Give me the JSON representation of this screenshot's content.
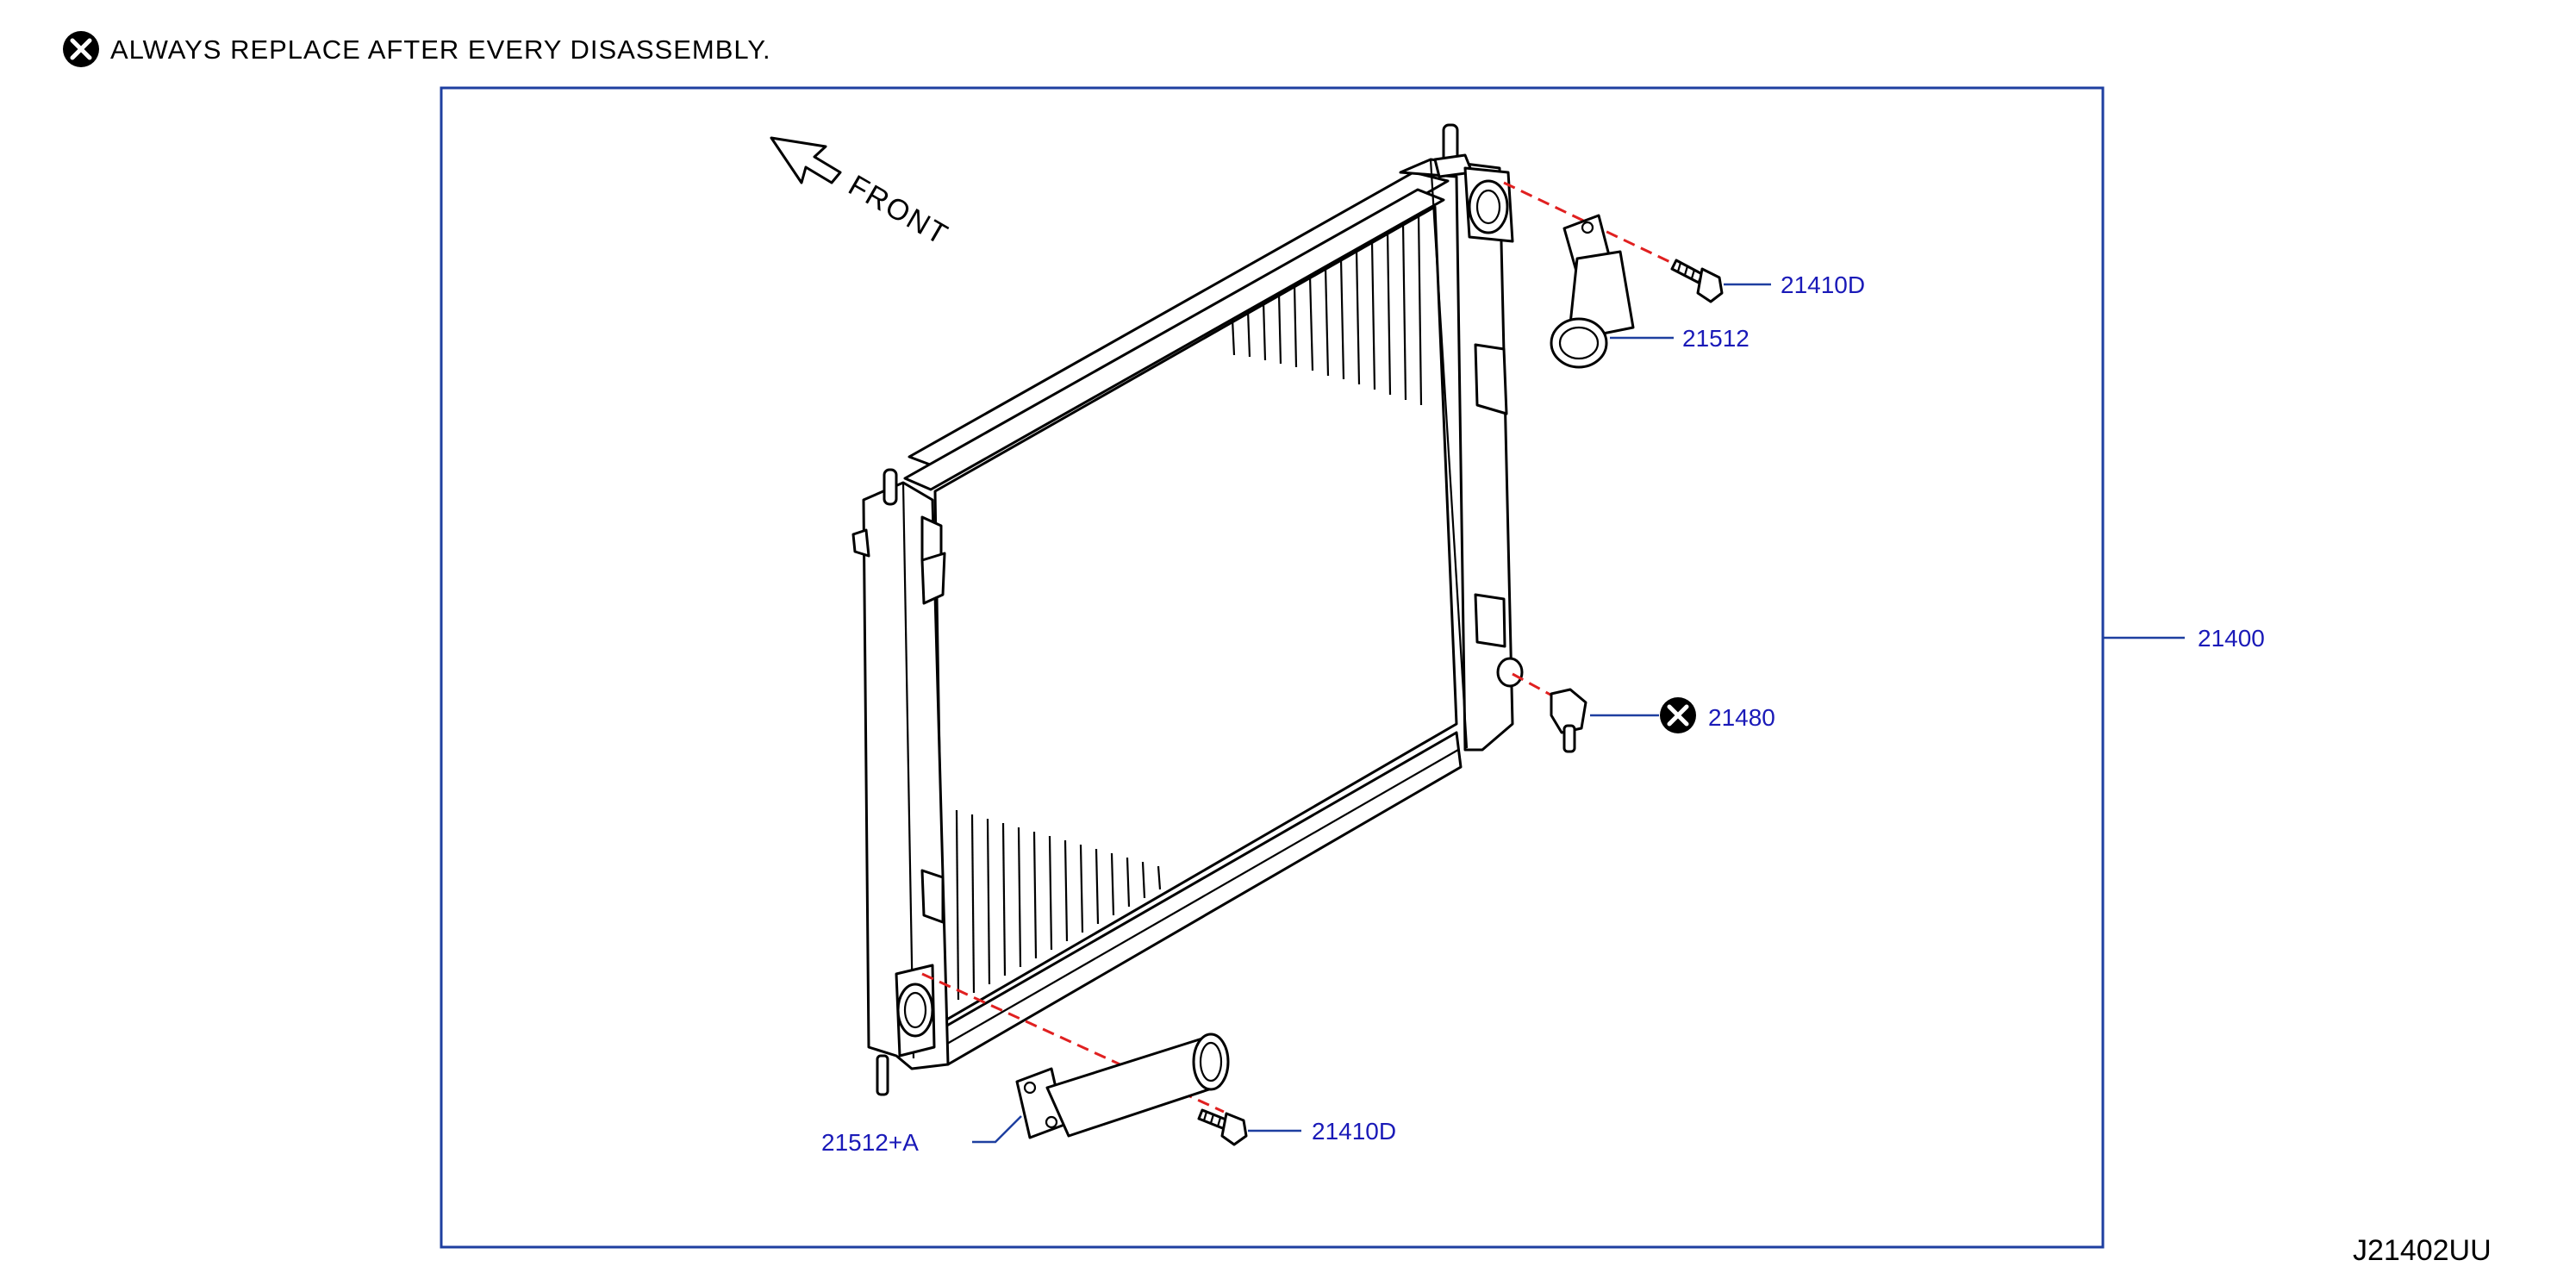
{
  "header": {
    "note": "ALWAYS REPLACE AFTER EVERY DISASSEMBLY.",
    "note_icon": "x-circle-icon"
  },
  "orientation": {
    "label": "FRONT"
  },
  "parts": {
    "radiator": "21400",
    "upper_hose_connector": "21512",
    "upper_bolt": "21410D",
    "drain_plug": "21480",
    "lower_hose_connector": "21512+A",
    "lower_bolt": "21410D"
  },
  "drawing_code": "J21402UU",
  "colors": {
    "label_text": "#1a1ab8",
    "leader_line": "#1e3fa0",
    "assembly_path": "#e02020",
    "border": "#1e3fa0"
  }
}
